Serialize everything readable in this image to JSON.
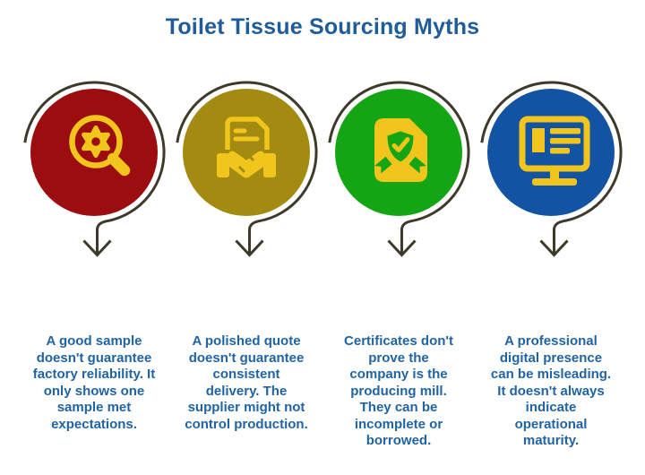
{
  "title": "Toilet Tissue Sourcing Myths",
  "colors": {
    "background": "#FFFFFF",
    "title_blue": "#1F5C99",
    "body_blue": "#2064A4",
    "ring_olive": "#3E3A2B",
    "icon_gold": "#F2C51D"
  },
  "items": [
    {
      "icon": "magnifier-gear-icon",
      "circle_color": "#9C0D10",
      "description": "A good sample doesn't guarantee factory reliability. It only shows one sample met expectations."
    },
    {
      "icon": "contract-handshake-icon",
      "circle_color": "#A38B12",
      "description": "A polished quote doesn't guarantee consistent delivery. The supplier might not control production."
    },
    {
      "icon": "certificate-shield-icon",
      "circle_color": "#14A514",
      "description": "Certificates don't prove the company is the producing mill. They can be incomplete or borrowed."
    },
    {
      "icon": "monitor-icon",
      "circle_color": "#1353A3",
      "description": "A professional digital presence can be misleading. It doesn't always indicate operational maturity."
    }
  ]
}
